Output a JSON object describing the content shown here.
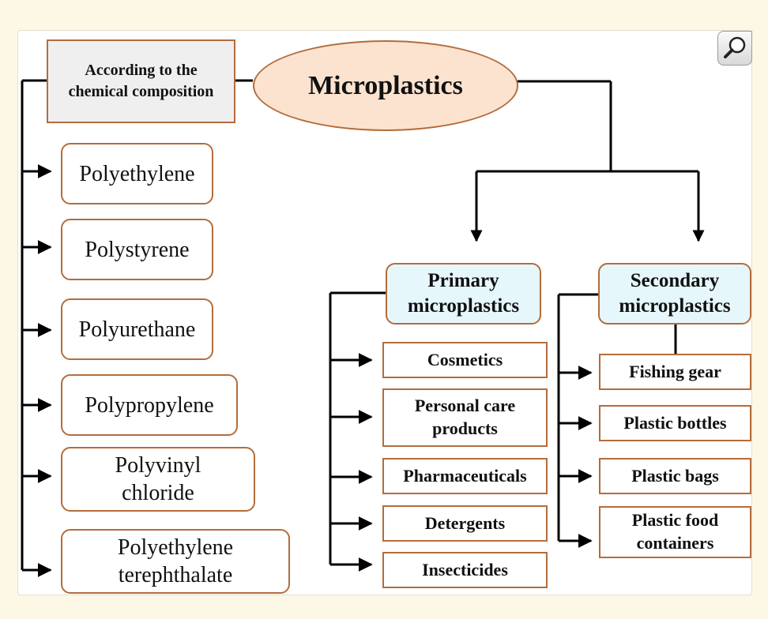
{
  "diagram": {
    "root": "Microplastics",
    "chemical_header": "According to the\nchemical composition",
    "chemical_types": [
      "Polyethylene",
      "Polystyrene",
      "Polyurethane",
      "Polypropylene",
      "Polyvinyl\nchloride",
      "Polyethylene\nterephthalate"
    ],
    "primary": {
      "label": "Primary\nmicroplastics",
      "sources": [
        "Cosmetics",
        "Personal care\nproducts",
        "Pharmaceuticals",
        "Detergents",
        "Insecticides"
      ]
    },
    "secondary": {
      "label": "Secondary\nmicroplastics",
      "sources": [
        "Fishing gear",
        "Plastic bottles",
        "Plastic bags",
        "Plastic food\ncontainers"
      ]
    }
  },
  "colors": {
    "border": "#b46c3c",
    "root_fill": "#fbe3cf",
    "header_fill": "#e6f7fc",
    "chem_header_fill": "#efefef",
    "background": "#fdf7e6"
  },
  "icons": {
    "zoom": "magnifier-icon"
  }
}
